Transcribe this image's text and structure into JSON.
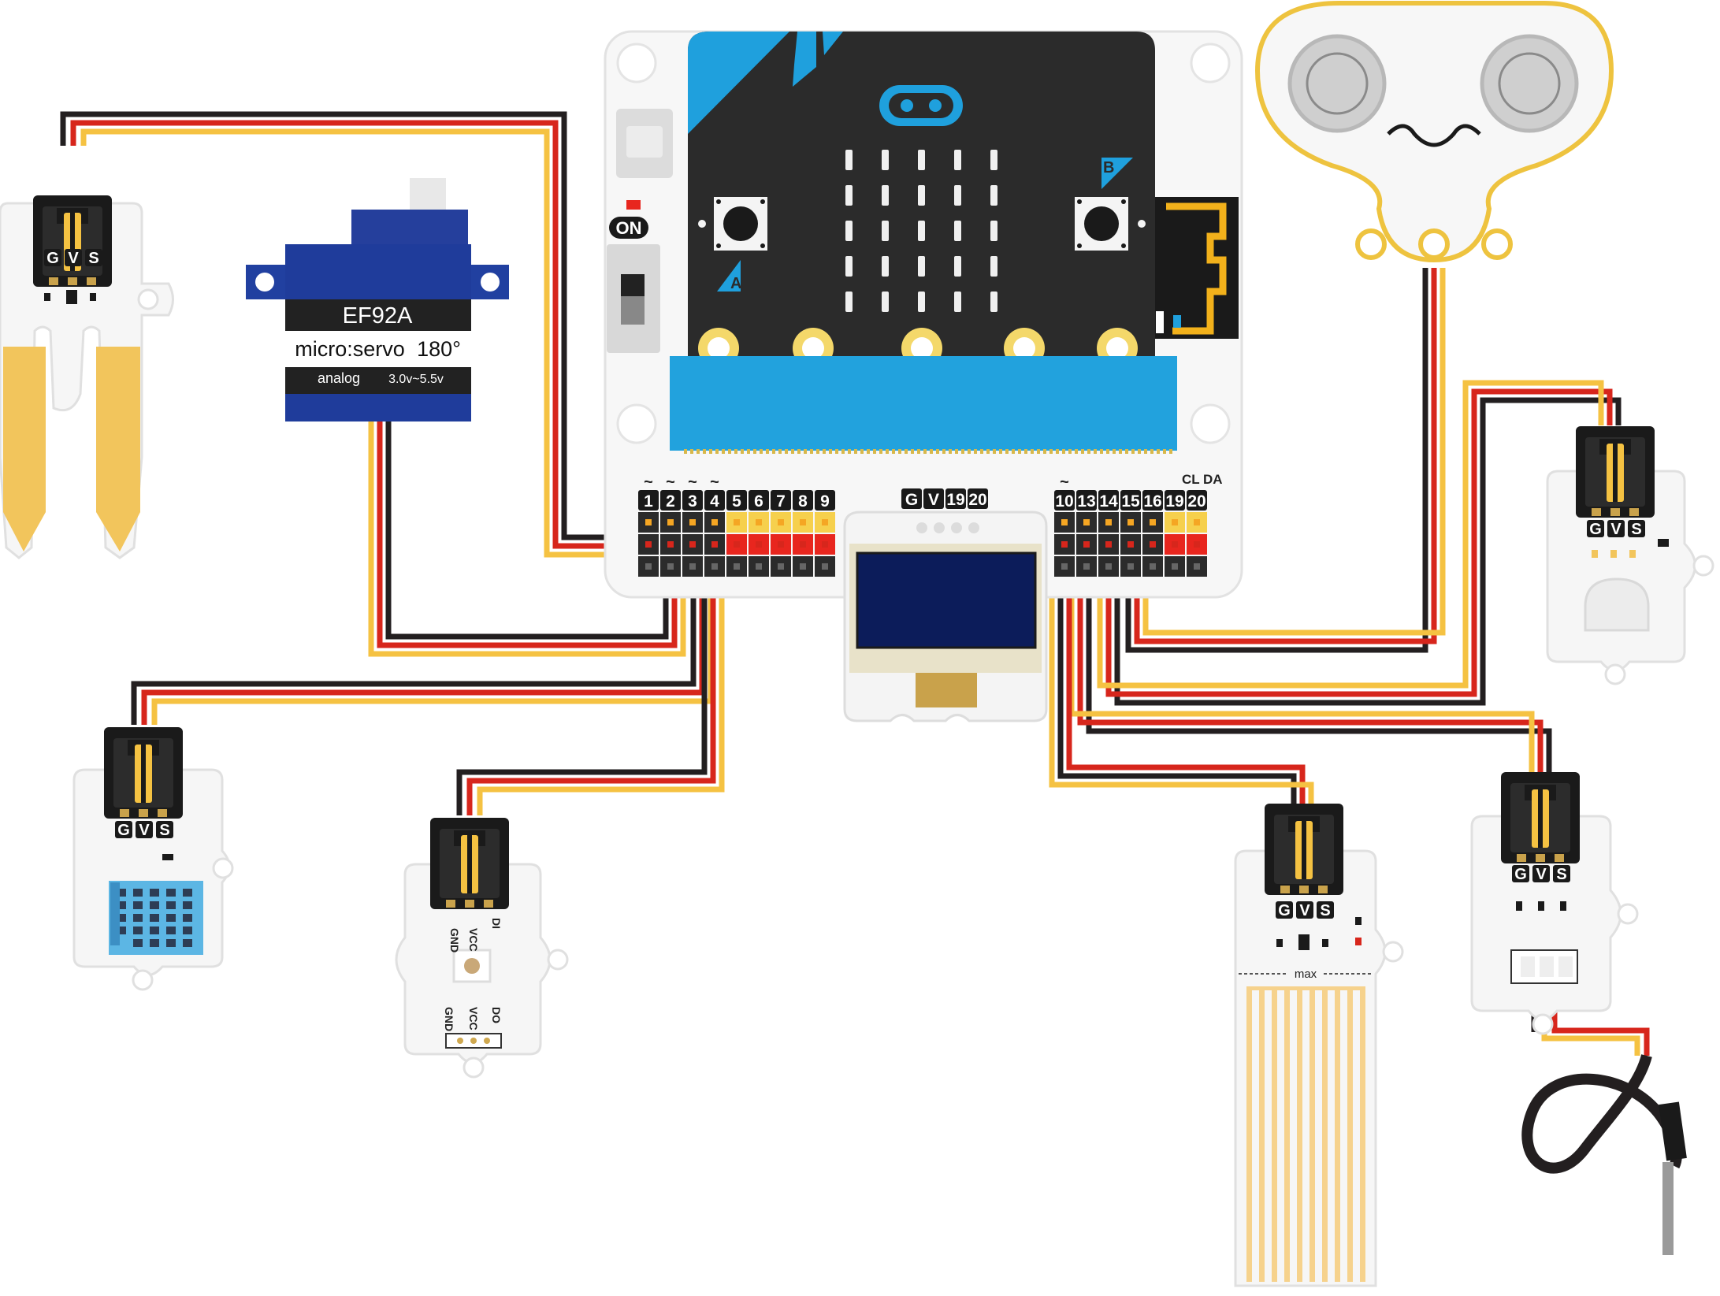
{
  "colors": {
    "wire_black": "#231f20",
    "wire_red": "#d7261c",
    "wire_yellow": "#f5c242",
    "board_white": "#f7f7f7",
    "microbit_dark": "#2b2b2b",
    "microbit_blue": "#1fa0dd",
    "servo_blue": "#1f3c9b",
    "dht_blue": "#5cb6e4",
    "soil_gold": "#f2c55c",
    "pad_gold": "#f4d86a"
  },
  "microbit": {
    "on_label": "ON",
    "button_a_label": "A",
    "button_b_label": "B"
  },
  "expansion": {
    "left_pins": [
      "1",
      "2",
      "3",
      "4",
      "5",
      "6",
      "7",
      "8",
      "9"
    ],
    "right_pins": [
      "10",
      "13",
      "14",
      "15",
      "16",
      "19",
      "20"
    ],
    "top_pins": [
      "G",
      "V",
      "19",
      "20"
    ],
    "i2c_labels": [
      "CL",
      "DA"
    ],
    "pwm_mark": "~"
  },
  "servo": {
    "model": "EF92A",
    "brand": "micro:servo",
    "angle": "180°",
    "type": "analog",
    "voltage": "3.0v~5.5v"
  },
  "module_pin_labels": [
    "G",
    "V",
    "S"
  ],
  "led_module": {
    "top_labels": [
      "GND",
      "VCC",
      "DI"
    ],
    "bottom_labels": [
      "GND",
      "VCC",
      "DO"
    ]
  },
  "water_sensor": {
    "max_label": "max"
  },
  "icons": [
    "usb-port-icon",
    "smiley-face-icon",
    "ultrasonic-transducer-icon"
  ]
}
